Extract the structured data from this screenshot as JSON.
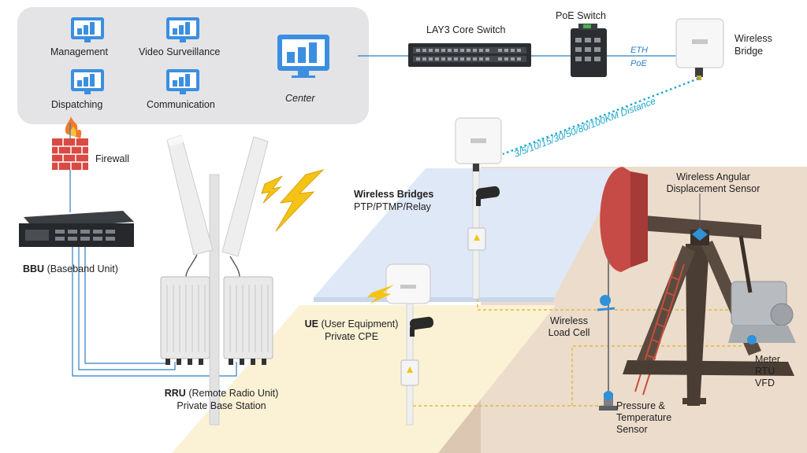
{
  "center_panel": {
    "apps": [
      "Management",
      "Video Surveillance",
      "Dispatching",
      "Communication"
    ],
    "center_label": "Center"
  },
  "network": {
    "core_switch": "LAY3 Core Switch",
    "poe_switch": "PoE Switch",
    "eth": "ETH",
    "poe": "PoE",
    "wireless_bridge": [
      "Wireless",
      "Bridge"
    ],
    "distance": "3/5/10/15/30/50/80/100KM Distance"
  },
  "security": {
    "firewall": "Firewall"
  },
  "bbu": {
    "abbr": "BBU",
    "full": " (Baseband Unit)"
  },
  "rru": {
    "abbr": "RRU",
    "full": " (Remote Radio Unit)",
    "line2": "Private Base Station"
  },
  "bridges": {
    "title": "Wireless Bridges",
    "modes": "PTP/PTMP/Relay"
  },
  "ue": {
    "abbr": "UE",
    "full": " (User Equipment)",
    "line2": "Private CPE"
  },
  "sensors": {
    "angular": [
      "Wireless Angular",
      "Displacement Sensor"
    ],
    "load_cell": [
      "Wireless",
      "Load Cell"
    ],
    "meter": [
      "Meter",
      "RTU",
      "VFD"
    ],
    "pressure": [
      "Pressure &",
      "Temperature",
      "Sensor"
    ]
  },
  "colors": {
    "panel_bg": "#e4e4e6",
    "icon_blue": "#3b8fe0",
    "link_blue": "#2f7fc2",
    "dist_cyan": "#1aa6cc",
    "yellow_zone": "#fbf2d6",
    "blue_zone": "#dfe8f6",
    "tan_zone": "#ecdccc",
    "wheel_red": "#c64a46",
    "jack_dark": "#4a3d34",
    "dashed_yellow": "#e2b93c",
    "lightning": "#f4c316"
  }
}
